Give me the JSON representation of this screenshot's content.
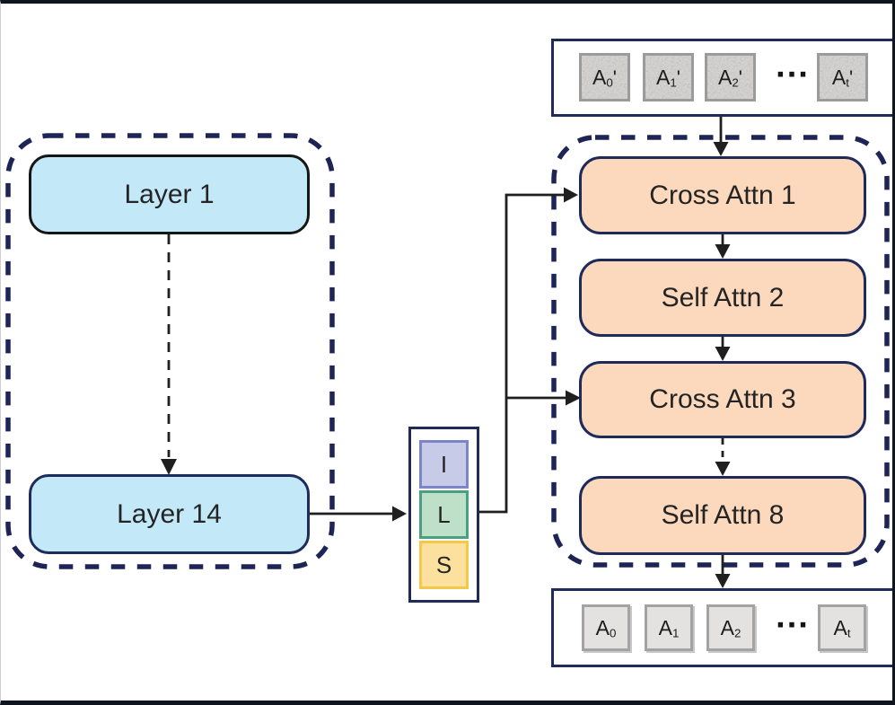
{
  "figure": {
    "left_group": {
      "layer1_label": "Layer 1",
      "layer14_label": "Layer 14"
    },
    "selector": {
      "items": [
        {
          "label": "I"
        },
        {
          "label": "L"
        },
        {
          "label": "S"
        }
      ]
    },
    "right_group": {
      "blocks": [
        {
          "label": "Cross Attn 1"
        },
        {
          "label": "Self Attn 2"
        },
        {
          "label": "Cross Attn 3"
        },
        {
          "label": "Self Attn 8"
        }
      ]
    },
    "input_tokens": {
      "items": [
        {
          "base": "A",
          "sub": "0",
          "prime": "'"
        },
        {
          "base": "A",
          "sub": "1",
          "prime": "'"
        },
        {
          "base": "A",
          "sub": "2",
          "prime": "'"
        },
        {
          "base": "A",
          "sub": "t",
          "prime": "'"
        }
      ],
      "ellipsis": "..."
    },
    "output_tokens": {
      "items": [
        {
          "base": "A",
          "sub": "0",
          "prime": ""
        },
        {
          "base": "A",
          "sub": "1",
          "prime": ""
        },
        {
          "base": "A",
          "sub": "2",
          "prime": ""
        },
        {
          "base": "A",
          "sub": "t",
          "prime": ""
        }
      ],
      "ellipsis": "..."
    },
    "colors": {
      "layer_fill": "#c3e8f8",
      "layer1_border": "#161616",
      "layer14_border": "#1d2c5a",
      "attn_fill": "#fcd8bc",
      "attn_border": "#1e2a5a",
      "dashed_group_border": "#1e2456",
      "arrow": "#1f1f1f",
      "i_fill": "#c7cbe7",
      "i_border": "#7c85c6",
      "l_fill": "#bfe0c8",
      "l_border": "#4aa181",
      "s_fill": "#fbe09e",
      "s_border": "#f3c84b",
      "noisy_token_fill": "#d7d5d3",
      "plain_token_fill": "#e4e2e1",
      "token_border": "#9b9b9b"
    }
  }
}
